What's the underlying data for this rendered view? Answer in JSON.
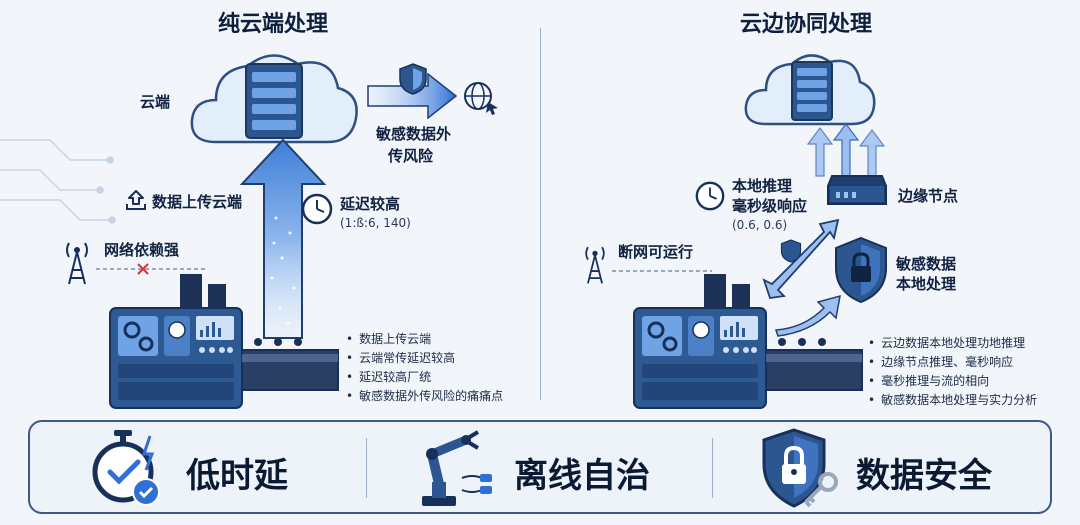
{
  "left": {
    "title": "纯云端处理",
    "cloud_label": "云端",
    "risk_label_line1": "敏感数据外",
    "risk_label_line2": "传风险",
    "upload_label": "数据上传云端",
    "latency_label": "延迟较高",
    "latency_value": "(1:ß:6, 140)",
    "network_label": "网络依赖强",
    "bullets": [
      "数据上传云端",
      "云端常传延迟较高",
      "延迟较高厂统",
      "敏感数据外传风险的痛痛点"
    ]
  },
  "right": {
    "title": "云边协同处理",
    "local_infer_line1": "本地推理",
    "local_infer_line2": "毫秒级响应",
    "local_infer_value": "(0.6, 0.6)",
    "edge_node_label": "边缘节点",
    "offline_label": "断网可运行",
    "sensitive_line1": "敏感数据",
    "sensitive_line2": "本地处理",
    "bullets": [
      "云边数据本地处理功地推理",
      "边缘节点推理、毫秒响应",
      "毫秒推理与流的相向",
      "敏感数据本地处理与实力分析"
    ]
  },
  "features": [
    {
      "label": "低时延",
      "icon": "stopwatch-icon"
    },
    {
      "label": "离线自治",
      "icon": "robot-arm-icon"
    },
    {
      "label": "数据安全",
      "icon": "shield-lock-icon"
    }
  ],
  "colors": {
    "accent": "#2f6fd6",
    "dark": "#1f3e6e",
    "light": "#cfe0f7"
  }
}
